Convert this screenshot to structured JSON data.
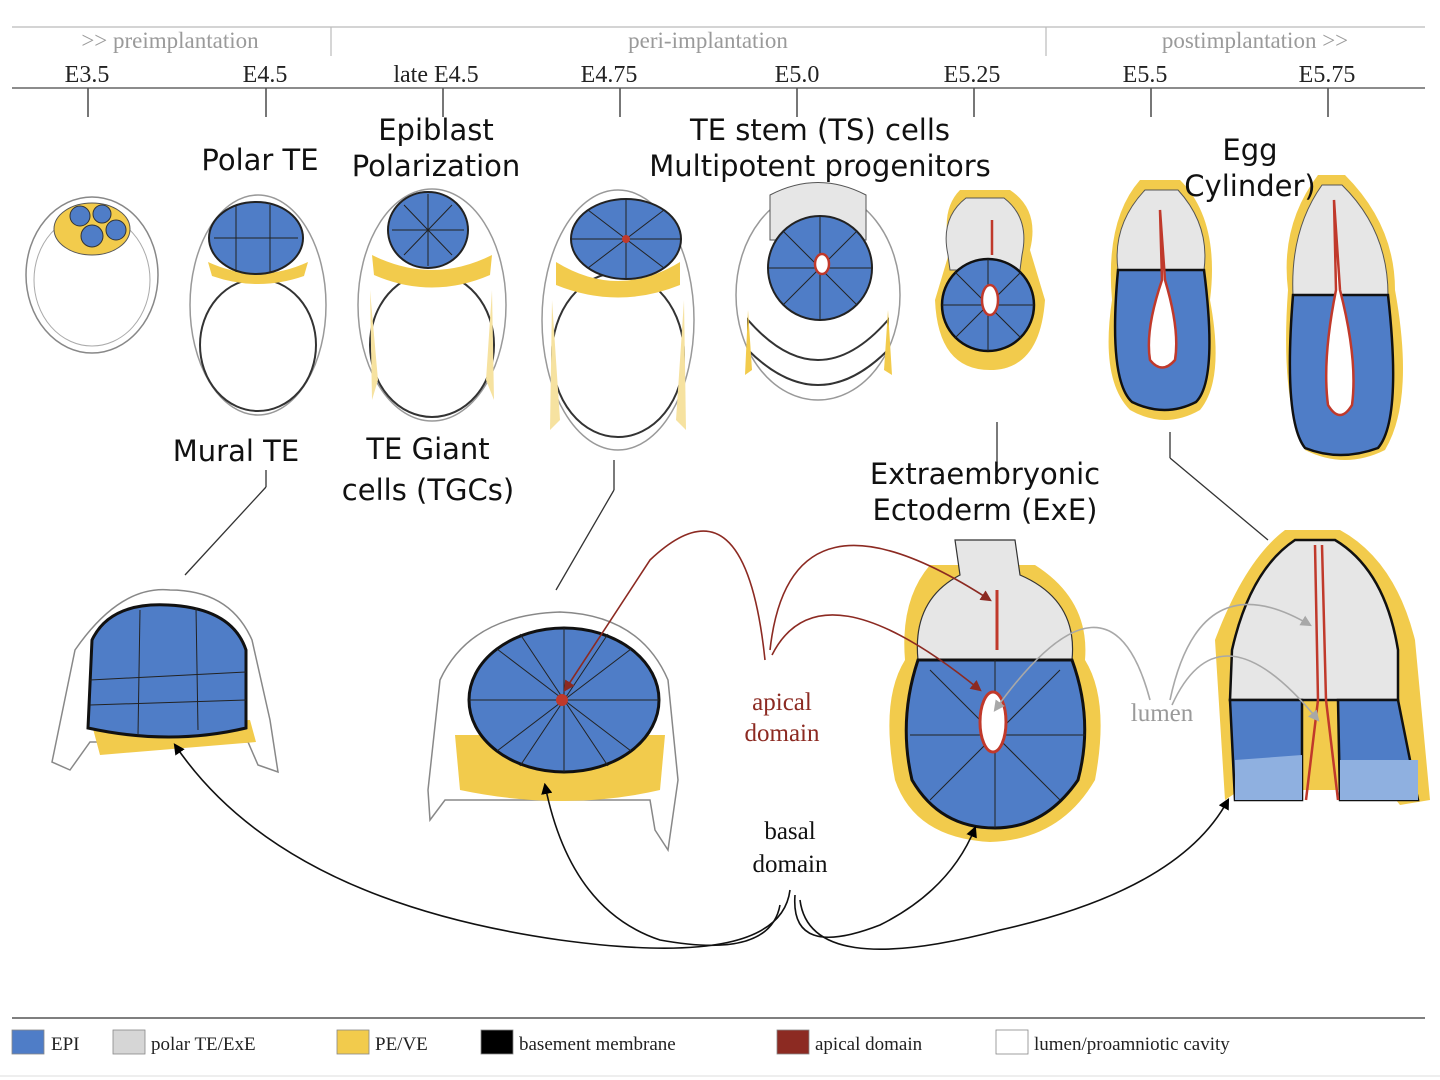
{
  "timeline": {
    "phases": [
      {
        "label": ">> preimplantation"
      },
      {
        "label": "peri-implantation"
      },
      {
        "label": "postimplantation >>"
      }
    ],
    "stages": [
      "E3.5",
      "E4.5",
      "late E4.5",
      "E4.75",
      "E5.0",
      "E5.25",
      "E5.5",
      "E5.75"
    ]
  },
  "annotations": {
    "polar_te": "Polar TE",
    "epiblast_line1": "Epiblast",
    "epiblast_line2": "Polarization",
    "ts_line1": "TE stem (TS) cells",
    "ts_line2": "Multipotent progenitors",
    "egg_line1": "Egg",
    "egg_line2": "Cylinder)",
    "mural_te": "Mural TE",
    "tgc_line1": "TE Giant",
    "tgc_line2": "cells (TGCs)",
    "exe_line1": "Extraembryonic",
    "exe_line2": "Ectoderm (ExE)"
  },
  "domains": {
    "apical_line1": "apical",
    "apical_line2": "domain",
    "lumen": "lumen",
    "basal_line1": "basal",
    "basal_line2": "domain"
  },
  "legend": [
    {
      "label": "EPI",
      "color": "#4f7dc7"
    },
    {
      "label": "polar TE/ExE",
      "color": "#d6d6d6"
    },
    {
      "label": "PE/VE",
      "color": "#f2cb4c"
    },
    {
      "label": "basement membrane",
      "color": "#000000"
    },
    {
      "label": "apical domain",
      "color": "#8c2a22"
    },
    {
      "label": "lumen/proamniotic cavity",
      "color": "#ffffff"
    }
  ],
  "colors": {
    "epi": "#4f7dc7",
    "te": "#e2e2e2",
    "pe": "#f2cb4c",
    "apical": "#c0392b",
    "apical_text": "#8c2a22",
    "lumen_text": "#9a9a9a",
    "arrow_grey": "#a8a8a8"
  }
}
